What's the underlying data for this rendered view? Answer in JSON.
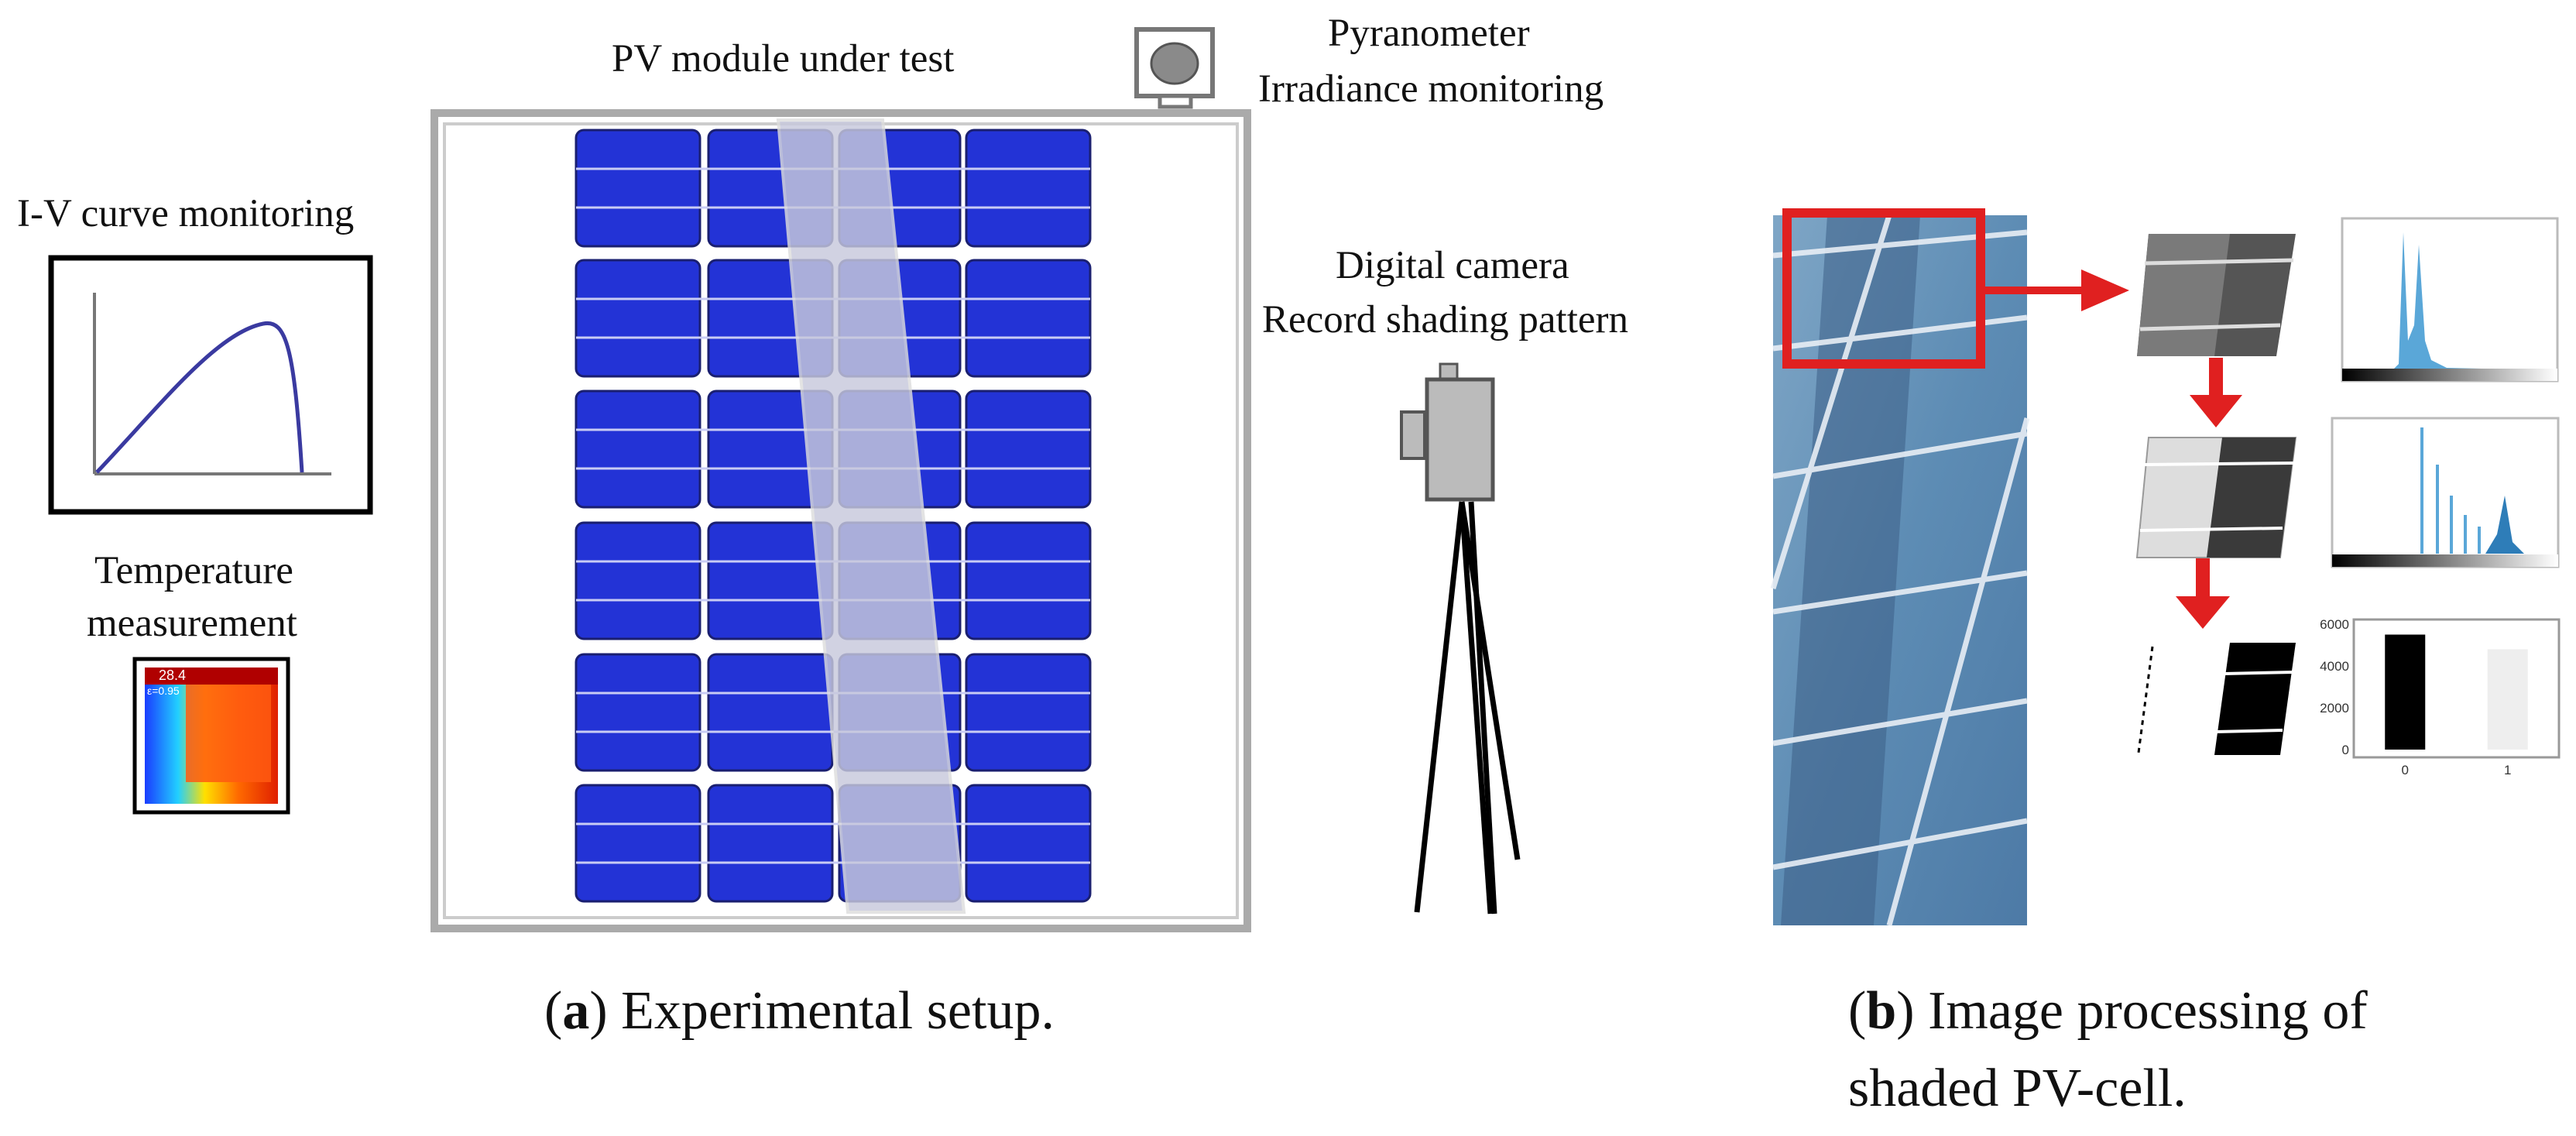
{
  "labels": {
    "pv_module": "PV module under test",
    "pyranometer_1": "Pyranometer",
    "pyranometer_2": "Irradiance monitoring",
    "iv_curve": "I-V curve monitoring",
    "temperature_1": "Temperature",
    "temperature_2": "measurement",
    "camera_1": "Digital camera",
    "camera_2": "Record shading pattern",
    "thermal_temp": "28.4",
    "thermal_emissivity": "ε=0.95"
  },
  "captions": {
    "a_letter": "a",
    "a_text": "Experimental setup.",
    "b_letter": "b",
    "b_text_1": "Image processing of",
    "b_text_2": "shaded PV-cell."
  },
  "histogram_chart": {
    "type": "bar",
    "categories": [
      "0",
      "1"
    ],
    "values": [
      5500,
      4800
    ],
    "yticks": [
      "6000",
      "4000",
      "2000",
      "0"
    ],
    "ylim": [
      0,
      6000
    ]
  },
  "colors": {
    "cell_blue": "#2333d6",
    "shade": "#b7b9d6",
    "arrow_red": "#e02020",
    "dash_blue": "#2b38b8"
  }
}
